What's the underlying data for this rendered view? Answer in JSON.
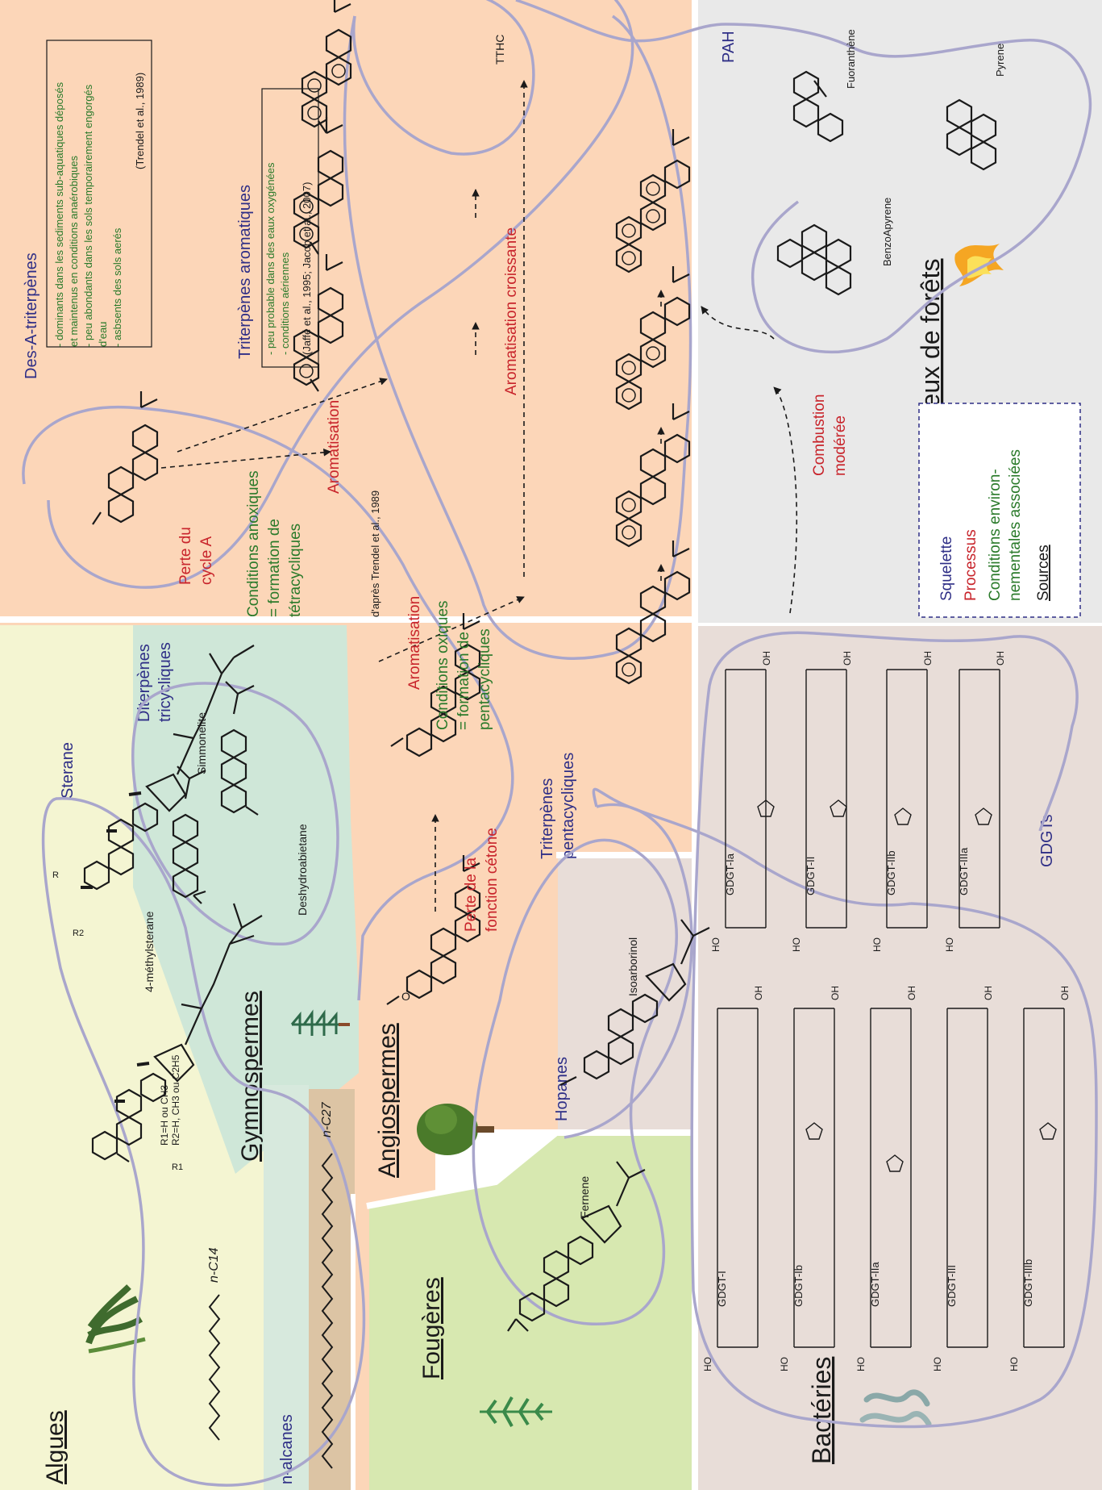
{
  "colors": {
    "algae_bg": "#f4f5d2",
    "gymno_bg": "#cfe7d8",
    "alkane_band": "#d7e9dd",
    "alkane_c27_band": "#dcc4a4",
    "angio_bg": "#fcd6b8",
    "fern_bg": "#d7e8b0",
    "bacteria_bg": "#e8ddd8",
    "fire_bg": "#e9e9e9",
    "outline": "#a9a6cc",
    "skeleton": "#2e2e86",
    "process": "#c8242b",
    "environment": "#2a7a2a",
    "text": "#1a1a1a"
  },
  "groups": {
    "algues": "Algues",
    "gymnospermes": "Gymnospermes",
    "angiospermes": "Angiospermes",
    "fougeres": "Fougères",
    "bacteries": "Bactéries",
    "feux": "Feux de forêts"
  },
  "skeletons": {
    "sterane": "Sterane",
    "n_alcanes": "n-alcanes",
    "diterpenes": "Diterpènes tricycliques",
    "triterpenes_penta": "Triterpènes pentacycliques",
    "hopanes": "Hopanes",
    "gdgts": "GDGTs",
    "pah": "PAH",
    "des_a": "Des-A-triterpènes",
    "tri_aro": "Triterpènes aromatiques"
  },
  "compounds": {
    "four_methylsterane": "4-méthylsterane",
    "r_label": "R",
    "r2_label": "R2",
    "r1_label": "R1",
    "r_legend_1": "R1=H ou CH3",
    "r_legend_2": "R2=H, CH3 ou C2H5",
    "simmonelite": "Simmonelite",
    "deshydroabietane": "Deshydroabietane",
    "nc14": "n-C14",
    "nc27": "n-C27",
    "fernene": "Fernene",
    "isoarborinol": "Isoarborinol",
    "tthc": "TTHC",
    "fluoranthene": "Fuoranthène",
    "pyrene": "Pyrene",
    "benzoapyrene": "BenzoApyrene"
  },
  "gdgt": {
    "ho": "HO",
    "oh": "OH",
    "left": [
      "GDGT-I",
      "GDGT-Ib",
      "GDGT-IIa",
      "GDGT-III",
      "GDGT-IIIb"
    ],
    "right": [
      "GDGT-Ia",
      "GDGT-II",
      "GDGT-IIb",
      "GDGT-IIIa"
    ]
  },
  "processes": {
    "perte_cetone": "Perte de la fonction cétone",
    "aromatisation_1": "Aromatisation",
    "aromatisation_2": "Aromatisation",
    "perte_cycle_a": "Perte du cycle A",
    "aromatisation_croissante": "Aromatisation croissante",
    "combustion": "Combustion modérée"
  },
  "conditions": {
    "oxiques": "Conditions oxiques = formation de pentacycliques",
    "anoxiques": "Conditions anoxiques = formation de tétracycliques"
  },
  "refs": {
    "trendel": "d'après Trendel et al., 1989"
  },
  "des_a_box": {
    "lines": [
      "- dominants dans les sediments sub-aquatiques déposés",
      "et maintenus en conditions anaérobiques",
      "- peu abondants dans les sols temporairement engorgés",
      "d'eau",
      "- asbsents des sols aerés"
    ],
    "ref": "(Trendel et al., 1989)"
  },
  "tri_aro_box": {
    "lines": [
      "- peu probable dans des eaux oxygénées",
      "- conditions aériennes"
    ],
    "ref": "(Jaffé et al., 1995; Jacob et al., 2007)"
  },
  "legend": {
    "squelette": "Squelette",
    "processus": "Processus",
    "conditions_1": "Conditions environ-",
    "conditions_2": "nementales associées",
    "sources": "Sources"
  }
}
